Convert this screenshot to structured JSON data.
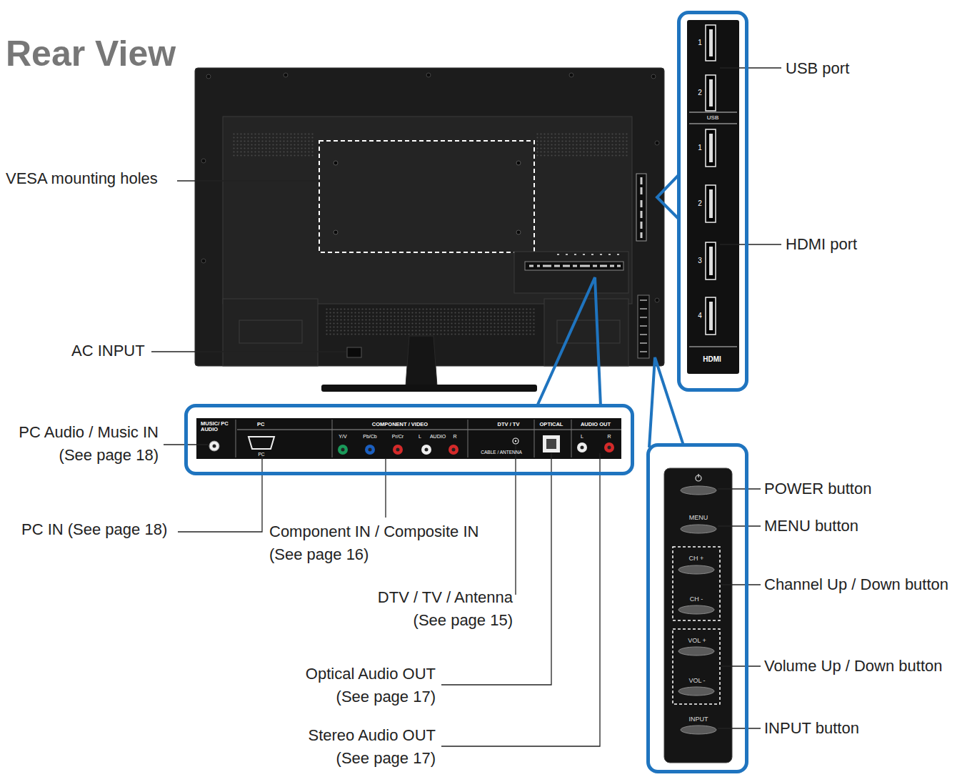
{
  "diagram": {
    "title": "Rear View",
    "nodes": [
      {
        "text": [
          "1",
          "2",
          "USB",
          "1",
          "2",
          "3",
          "4",
          "HDMI"
        ]
      },
      {
        "text": [
          "MUSIC/ PC AUDIO",
          "PC",
          "COMPONENT / VIDEO",
          "DTV / TV",
          "OPTICAL",
          "AUDIO OUT",
          "Y/V",
          "Pb/Cb",
          "Pr/Cr",
          "L",
          "AUDIO",
          "R",
          "L",
          "R",
          "PC",
          "CABLE / ANTENNA"
        ]
      },
      {
        "text": [
          "MENU",
          "CH +",
          "CH -",
          "VOL +",
          "VOL -",
          "INPUT"
        ]
      }
    ],
    "labels": [
      "USB port",
      "HDMI port",
      "VESA mounting holes",
      "AC INPUT",
      "PC Audio / Music IN (See page 18)",
      "PC IN (See page 18)",
      "Component IN / Composite IN (See page 16)",
      "DTV / TV / Antenna (See page 15)",
      "Optical Audio OUT (See page 17)",
      "Stereo Audio OUT (See page 17)",
      "POWER button",
      "MENU button",
      "Channel Up / Down button",
      "Volume Up / Down button",
      "INPUT button"
    ]
  }
}
